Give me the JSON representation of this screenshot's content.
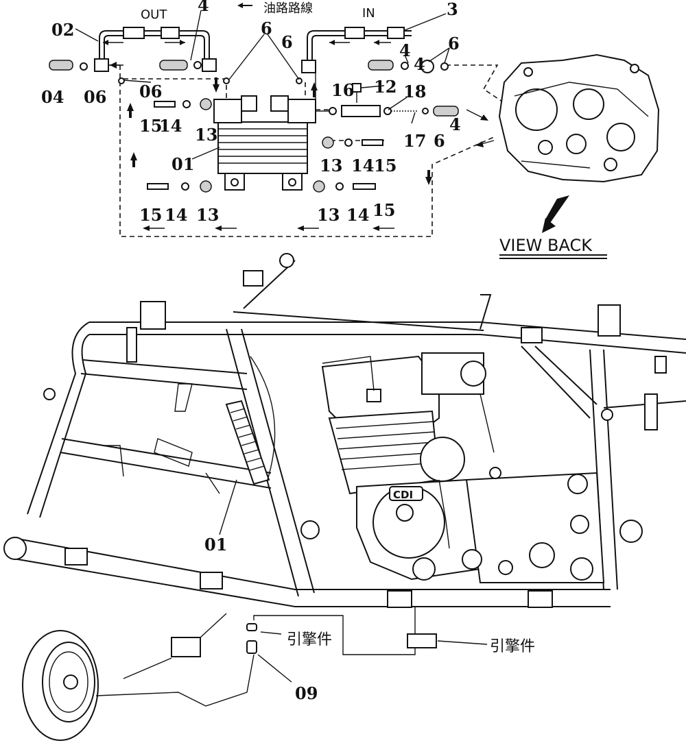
{
  "header": {
    "out_label": "OUT",
    "in_label": "IN",
    "legend_text": "油路路線",
    "view_back": "VIEW  BACK"
  },
  "callouts": {
    "c02": "02",
    "c04a": "04",
    "c06a": "06",
    "c06b": "06",
    "c4a": "4",
    "c4b": "4",
    "c4c": "4",
    "c4d": "4",
    "c6a": "6",
    "c6b": "6",
    "c6c": "6",
    "c6d": "6",
    "c3": "3",
    "c16": "16",
    "c12": "12",
    "c18": "18",
    "c17": "17",
    "c15a": "15",
    "c14a": "14",
    "c13a": "13",
    "c01a": "01",
    "c13b": "13",
    "c14b": "14",
    "c15b": "15",
    "c15c": "15",
    "c14c": "14",
    "c13c": "13",
    "c13d": "13",
    "c14d": "14",
    "c15d": "15",
    "c01b": "01",
    "c09": "09",
    "ref1": "引擎件",
    "ref2": "引擎件",
    "cdi": "CDI"
  }
}
